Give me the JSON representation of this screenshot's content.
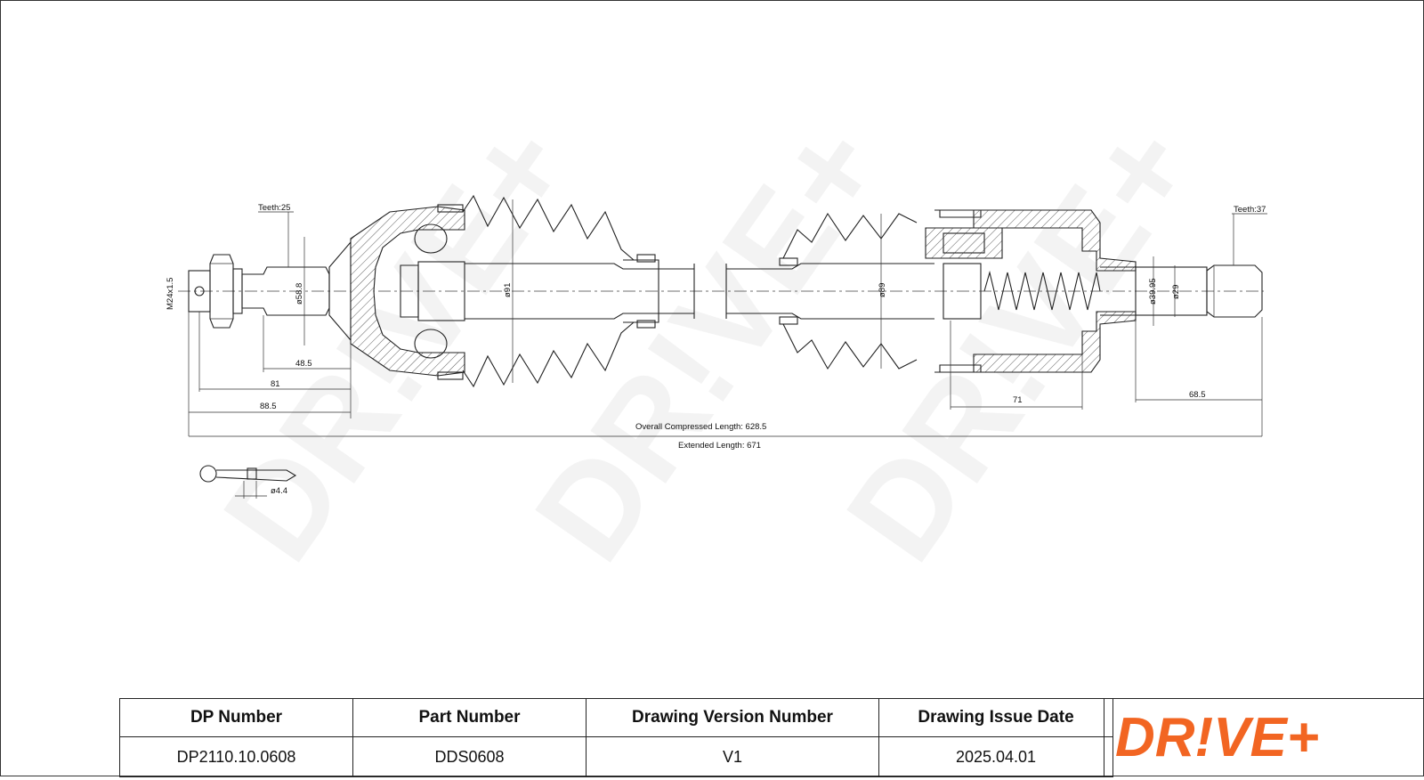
{
  "drawing": {
    "teeth_left": "Teeth:25",
    "teeth_right": "Teeth:37",
    "thread": "M24x1.5",
    "dia_58_8": "ø58.8",
    "dia_91": "ø91",
    "dia_89": "ø89",
    "dia_39_95": "ø39.95",
    "dia_29": "ø29",
    "dia_4_4": "ø4.4",
    "dim_48_5": "48.5",
    "dim_81": "81",
    "dim_88_5": "88.5",
    "dim_71": "71",
    "dim_68_5": "68.5",
    "overall_compressed": "Overall  Compressed  Length: 628.5",
    "extended_length": "Extended  Length: 671",
    "watermark": "DR!VE+"
  },
  "title_block": {
    "headers": [
      "DP Number",
      "Part Number",
      "Drawing Version Number",
      "Drawing Issue Date"
    ],
    "values": [
      "DP2110.10.0608",
      "DDS0608",
      "V1",
      "2025.04.01"
    ]
  },
  "logo": {
    "text": "DR!VE+",
    "color": "#f26522"
  }
}
